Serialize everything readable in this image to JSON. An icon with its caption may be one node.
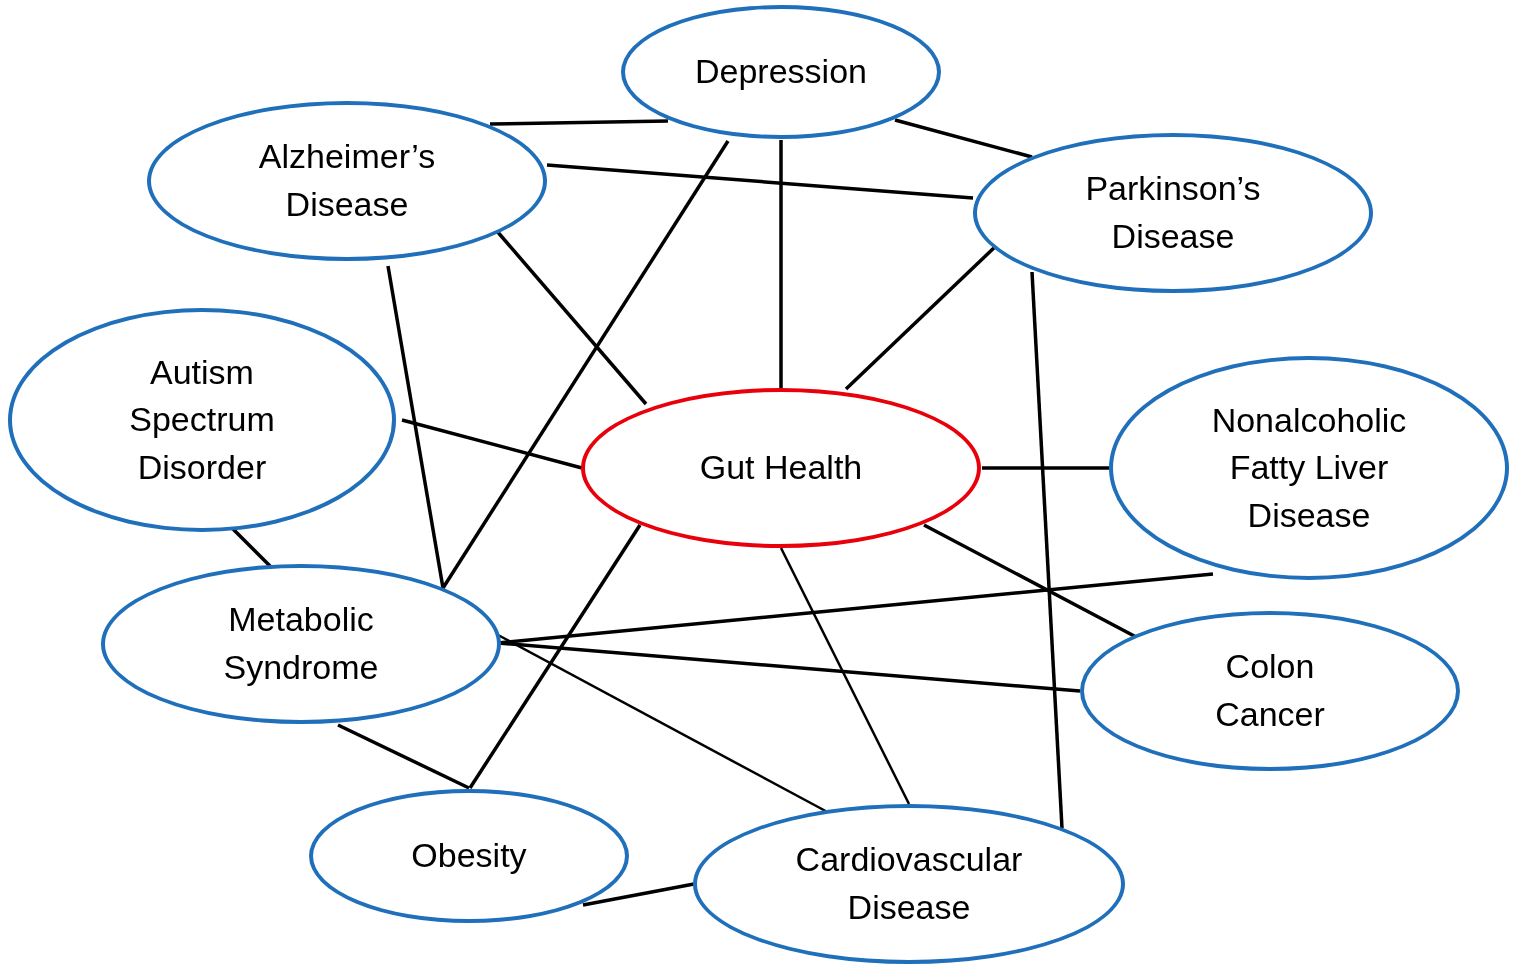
{
  "diagram": {
    "nodes": [
      {
        "text": [
          "Depression"
        ]
      },
      {
        "text": [
          "Alzheimer’s Disease"
        ]
      },
      {
        "text": [
          "Parkinson’s Disease"
        ]
      },
      {
        "text": [
          "Autism Spectrum Disorder"
        ]
      },
      {
        "text": [
          "Gut Health"
        ]
      },
      {
        "text": [
          "Nonalcoholic Fatty Liver Disease"
        ]
      },
      {
        "text": [
          "Metabolic Syndrome"
        ]
      },
      {
        "text": [
          "Colon Cancer"
        ]
      },
      {
        "text": [
          "Obesity"
        ]
      },
      {
        "text": [
          "Cardiovascular Disease"
        ]
      }
    ],
    "edges": [
      {
        "from": 1,
        "to": 0,
        "arrow": "none"
      },
      {
        "from": 0,
        "to": 2,
        "arrow": "none"
      },
      {
        "from": 1,
        "to": 2,
        "arrow": "none"
      },
      {
        "from": 0,
        "to": 4,
        "arrow": "none"
      },
      {
        "from": 0,
        "to": 6,
        "arrow": "none"
      },
      {
        "from": 1,
        "to": 4,
        "arrow": "none"
      },
      {
        "from": 1,
        "to": 6,
        "arrow": "none"
      },
      {
        "from": 2,
        "to": 4,
        "arrow": "none"
      },
      {
        "from": 2,
        "to": 9,
        "arrow": "none"
      },
      {
        "from": 3,
        "to": 4,
        "arrow": "none"
      },
      {
        "from": 4,
        "to": 5,
        "arrow": "none"
      },
      {
        "from": 3,
        "to": 6,
        "arrow": "none"
      },
      {
        "from": 4,
        "to": 7,
        "arrow": "none"
      },
      {
        "from": 4,
        "to": 8,
        "arrow": "none"
      },
      {
        "from": 4,
        "to": 9,
        "arrow": "none"
      },
      {
        "from": 5,
        "to": 6,
        "arrow": "none"
      },
      {
        "from": 6,
        "to": 7,
        "arrow": "none"
      },
      {
        "from": 6,
        "to": 9,
        "arrow": "none"
      },
      {
        "from": 6,
        "to": 8,
        "arrow": "none"
      },
      {
        "from": 8,
        "to": 9,
        "arrow": "none"
      }
    ]
  }
}
